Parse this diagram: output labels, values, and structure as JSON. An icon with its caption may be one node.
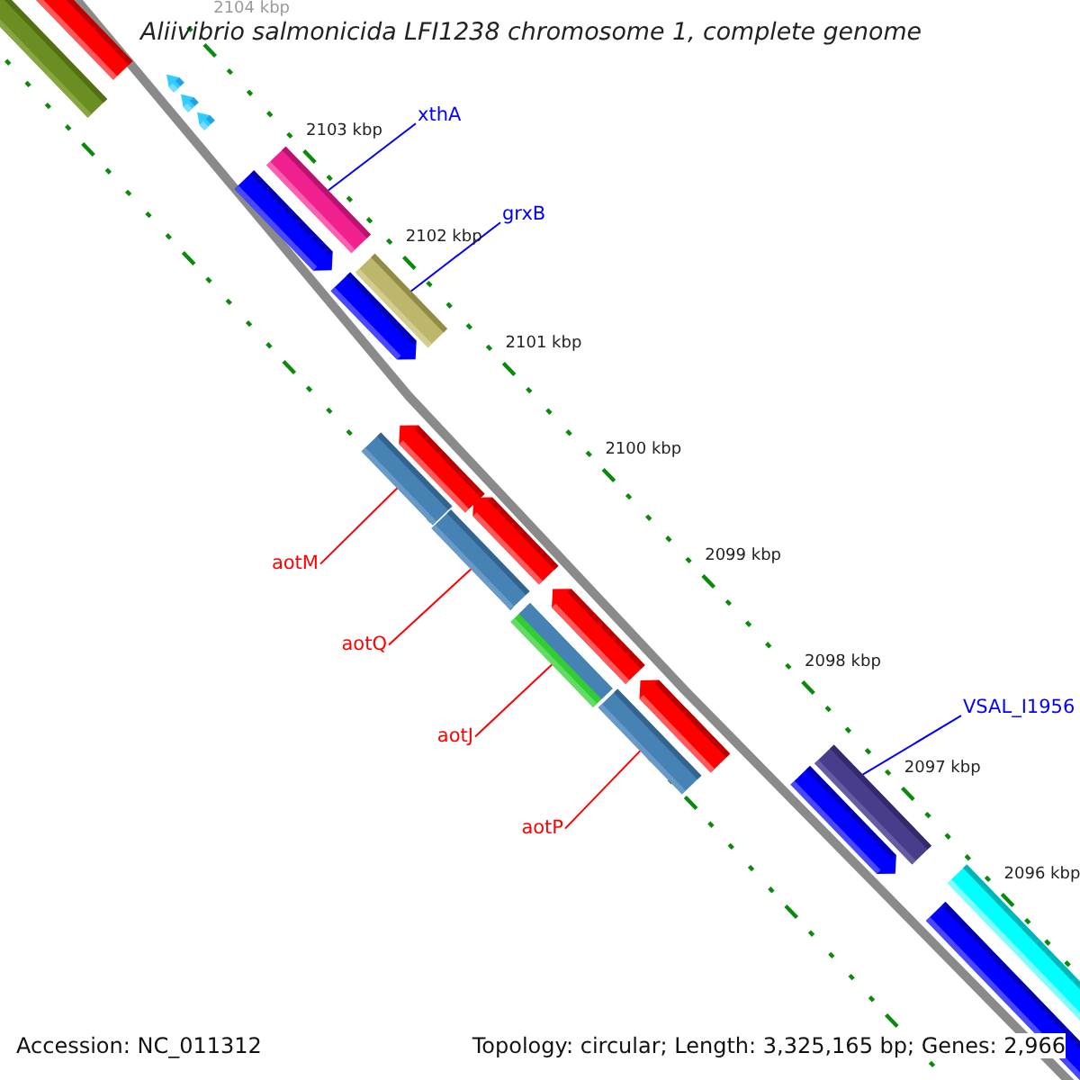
{
  "diagram": {
    "title": "Aliivibrio salmonicida LFI1238 chromosome 1, complete genome",
    "nodes": [
      {
        "text": [
          "xthA"
        ]
      },
      {
        "text": [],
        "shape": "bar"
      },
      {
        "text": [
          "grxB"
        ]
      },
      {
        "text": [],
        "shape": "bar"
      },
      {
        "text": [
          "aotM"
        ]
      },
      {
        "text": [],
        "shape": "bar"
      },
      {
        "text": [
          "aotQ"
        ]
      },
      {
        "text": [],
        "shape": "bar"
      },
      {
        "text": [
          "aotJ"
        ]
      },
      {
        "text": [],
        "shape": "bar"
      },
      {
        "text": [
          "aotP"
        ]
      },
      {
        "text": [],
        "shape": "bar"
      },
      {
        "text": [
          "VSAL_I1956"
        ]
      },
      {
        "text": [],
        "shape": "bar"
      },
      {
        "text": [],
        "shape": "bar"
      },
      {
        "text": [],
        "shape": "bar"
      },
      {
        "text": [],
        "shape": "arrow"
      },
      {
        "text": [],
        "shape": "arrow"
      },
      {
        "text": [],
        "shape": "arrow"
      },
      {
        "text": [],
        "shape": "arrow"
      },
      {
        "text": [],
        "shape": "arrow"
      },
      {
        "text": [],
        "shape": "arrow"
      },
      {
        "text": [],
        "shape": "arrow"
      },
      {
        "text": [],
        "shape": "arrow"
      },
      {
        "text": [],
        "shape": "arrow"
      },
      {
        "text": [],
        "shape": "arrow"
      },
      {
        "text": [],
        "shape": "bar"
      },
      {
        "text": [],
        "shape": "bar"
      }
    ],
    "edges": [
      {
        "from": 0,
        "to": 1,
        "arrow": "none",
        "color": "#0000ff"
      },
      {
        "from": 2,
        "to": 3,
        "arrow": "none",
        "color": "#0000ff"
      },
      {
        "from": 4,
        "to": 5,
        "arrow": "none"
      },
      {
        "from": 6,
        "to": 7,
        "arrow": "none"
      },
      {
        "from": 8,
        "to": 9,
        "arrow": "none"
      },
      {
        "from": 10,
        "to": 11,
        "arrow": "none"
      },
      {
        "from": 12,
        "to": 13,
        "arrow": "none",
        "color": "#0000ff"
      }
    ],
    "labels": [
      "2104 kbp",
      "2103 kbp",
      "2102 kbp",
      "2101 kbp",
      "2100 kbp",
      "2099 kbp",
      "2098 kbp",
      "2097 kbp",
      "2096 kbp",
      "Accession: NC_011312",
      "Topology: circular; Length: 3,325,165 bp; Genes: 2,966"
    ]
  }
}
